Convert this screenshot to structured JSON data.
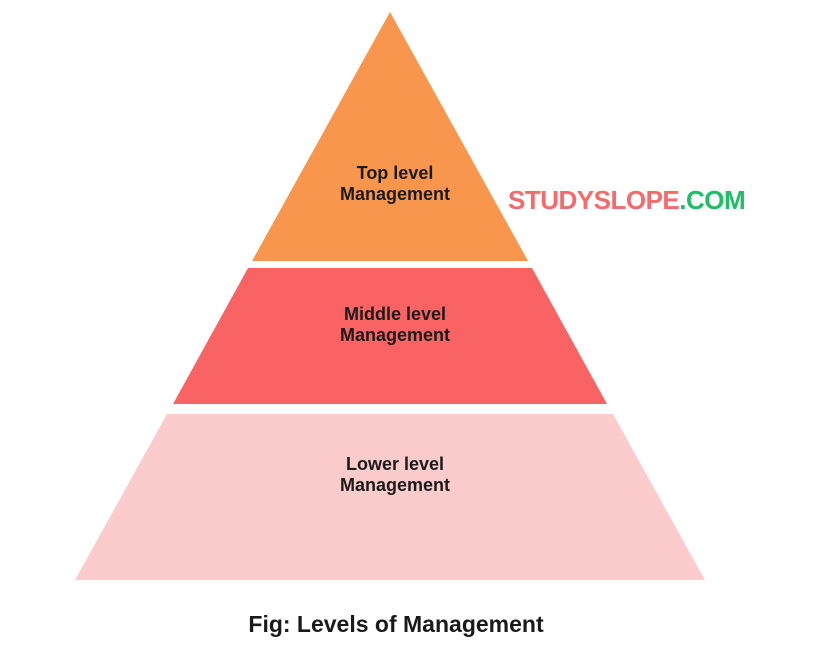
{
  "figure": {
    "caption": "Fig: Levels of Management",
    "text_color": "#1A1A1A",
    "watermark": {
      "primary": "STUDYSLOPE",
      "suffix": ".COM",
      "primary_color": "#F56B6B",
      "suffix_color": "#1EBE64"
    },
    "levels": [
      {
        "id": "top",
        "label": "Top level\nManagement",
        "color": "#F9964D"
      },
      {
        "id": "middle",
        "label": "Middle level\nManagement",
        "color": "#FA6363"
      },
      {
        "id": "lower",
        "label": "Lower level\nManagement",
        "color": "#FCCBCB"
      }
    ]
  }
}
